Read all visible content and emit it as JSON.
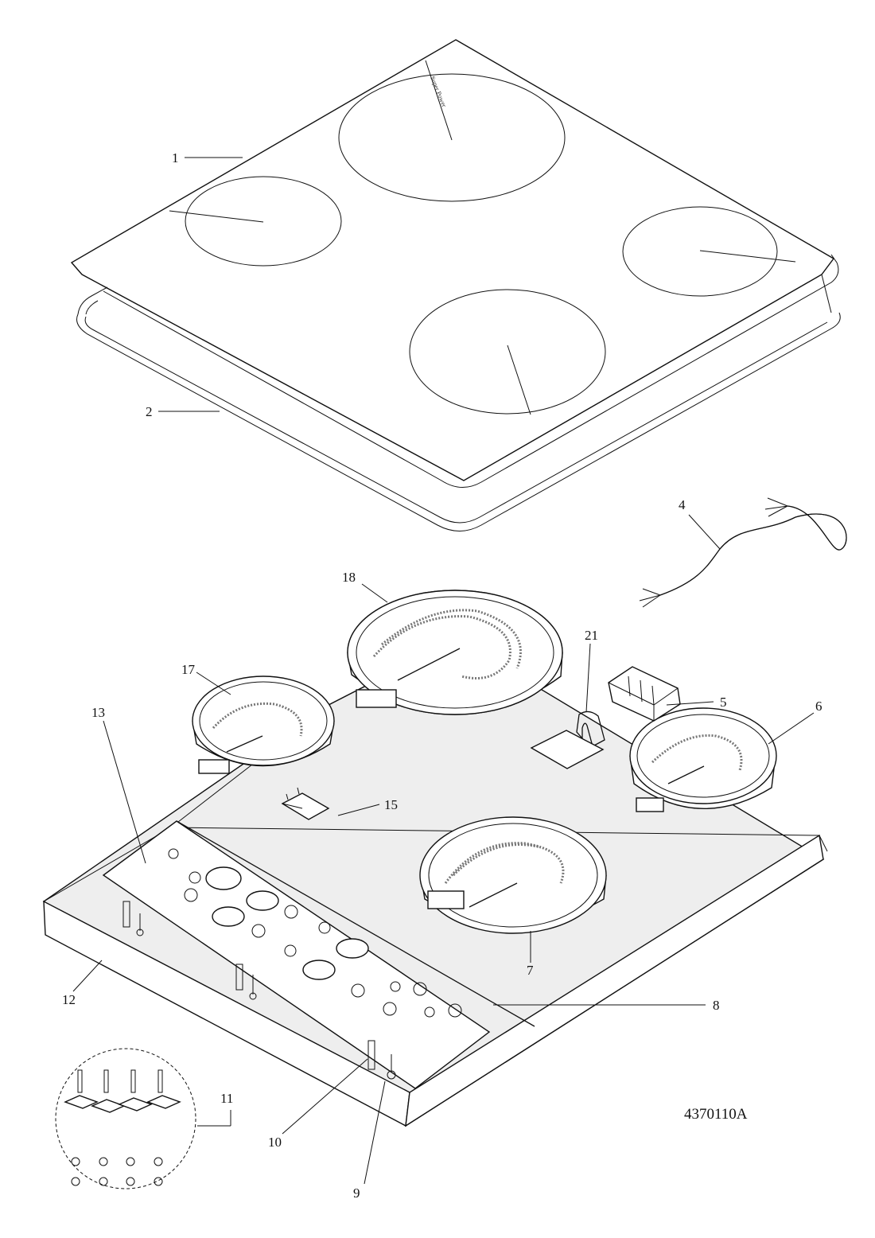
{
  "drawing": {
    "code": "4370110A",
    "marking": "Super Power"
  },
  "callouts": [
    {
      "id": "1",
      "text": "1"
    },
    {
      "id": "2",
      "text": "2"
    },
    {
      "id": "4",
      "text": "4"
    },
    {
      "id": "5",
      "text": "5"
    },
    {
      "id": "6",
      "text": "6"
    },
    {
      "id": "7",
      "text": "7"
    },
    {
      "id": "8",
      "text": "8"
    },
    {
      "id": "9",
      "text": "9"
    },
    {
      "id": "10",
      "text": "10"
    },
    {
      "id": "11",
      "text": "11"
    },
    {
      "id": "12",
      "text": "12"
    },
    {
      "id": "13",
      "text": "13"
    },
    {
      "id": "15",
      "text": "15"
    },
    {
      "id": "17",
      "text": "17"
    },
    {
      "id": "18",
      "text": "18"
    },
    {
      "id": "21",
      "text": "21"
    }
  ]
}
